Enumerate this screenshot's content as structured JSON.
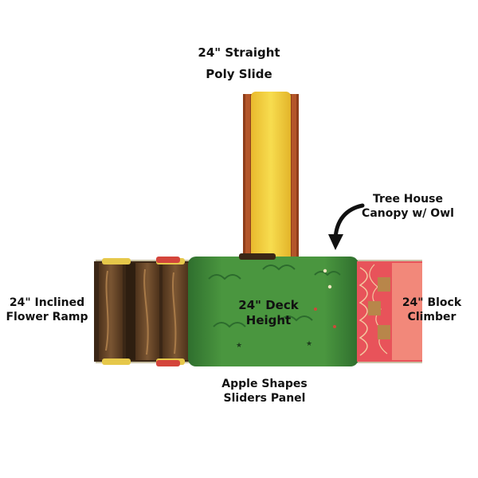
{
  "diagram": {
    "labels": {
      "slide": [
        "24\" Straight",
        "Poly Slide"
      ],
      "canopy": [
        "Tree House",
        "Canopy w/ Owl"
      ],
      "ramp": [
        "24\" Inclined",
        "Flower Ramp"
      ],
      "deck": [
        "24\" Deck",
        "Height"
      ],
      "climber": [
        "24\" Block",
        "Climber"
      ],
      "panel": [
        "Apple Shapes",
        "Sliders Panel"
      ]
    },
    "colors": {
      "slide_yellow": "#f2d33a",
      "slide_rail": "#a0461f",
      "canopy_green": "#3f8a3a",
      "canopy_dark": "#2c6b2d",
      "log_brown": "#6b4a2b",
      "climber_red": "#e8535a",
      "climber_pink": "#f08a7a",
      "block_tan": "#b8864a",
      "rail_yellow": "#e6c84a"
    },
    "icons": [
      "arrow-icon",
      "star-icon",
      "cloud-icon"
    ]
  }
}
